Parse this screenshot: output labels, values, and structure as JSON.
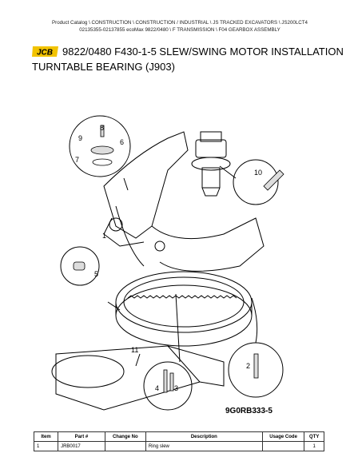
{
  "breadcrumb": {
    "line1": "Product Catalog  \\  CONSTRUCTION  \\  CONSTRUCTION / INDUSTRIAL  \\  JS TRACKED EXCAVATORS  \\  JS200LCT4",
    "line2": "02135355-02137855 ecoMax 9822/0480  \\  F TRANSMISSION  \\  F04 GEARBOX ASSEMBLY"
  },
  "brand": {
    "logo_text": "JCB",
    "color": "#f2c300"
  },
  "title": {
    "line1": "9822/0480 F430-1-5 SLEW/SWING MOTOR INSTALLATION",
    "line2": "TURNTABLE BEARING (J903)"
  },
  "diagram": {
    "callouts": [
      "1",
      "2",
      "3",
      "4",
      "5",
      "6",
      "7",
      "8",
      "9",
      "10",
      "11"
    ],
    "ref_code": "9G0RB333-5"
  },
  "table": {
    "headers": [
      "Item",
      "Part #",
      "Change No",
      "Description",
      "Usage Code",
      "QTY"
    ],
    "rows": [
      [
        "1",
        "JRB0017",
        "",
        "Ring slew",
        "",
        "1"
      ]
    ]
  }
}
